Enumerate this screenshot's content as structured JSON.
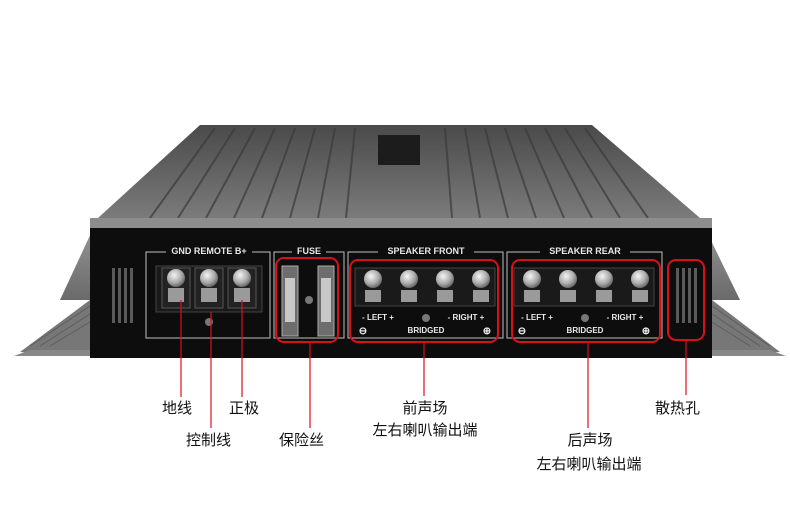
{
  "panel": {
    "gnd_remote_b_label": "GND REMOTE  B+",
    "fuse_label": "FUSE",
    "speaker_front_label": "SPEAKER FRONT",
    "speaker_rear_label": "SPEAKER REAR",
    "left_label": "- LEFT +",
    "right_label": "- RIGHT +",
    "bridged_label": "BRIDGED",
    "minus_symbol": "⊖",
    "plus_symbol": "⊕"
  },
  "callouts": {
    "ground": "地线",
    "remote": "控制线",
    "positive": "正极",
    "fuse": "保险丝",
    "front_line1": "前声场",
    "front_line2": "左右喇叭输出端",
    "rear_line1": "后声场",
    "rear_line2": "左右喇叭输出端",
    "vent": "散热孔"
  },
  "colors": {
    "highlight": "#d8101a",
    "panel": "#0d0d0d",
    "heatsink": "#6f6f6f"
  }
}
